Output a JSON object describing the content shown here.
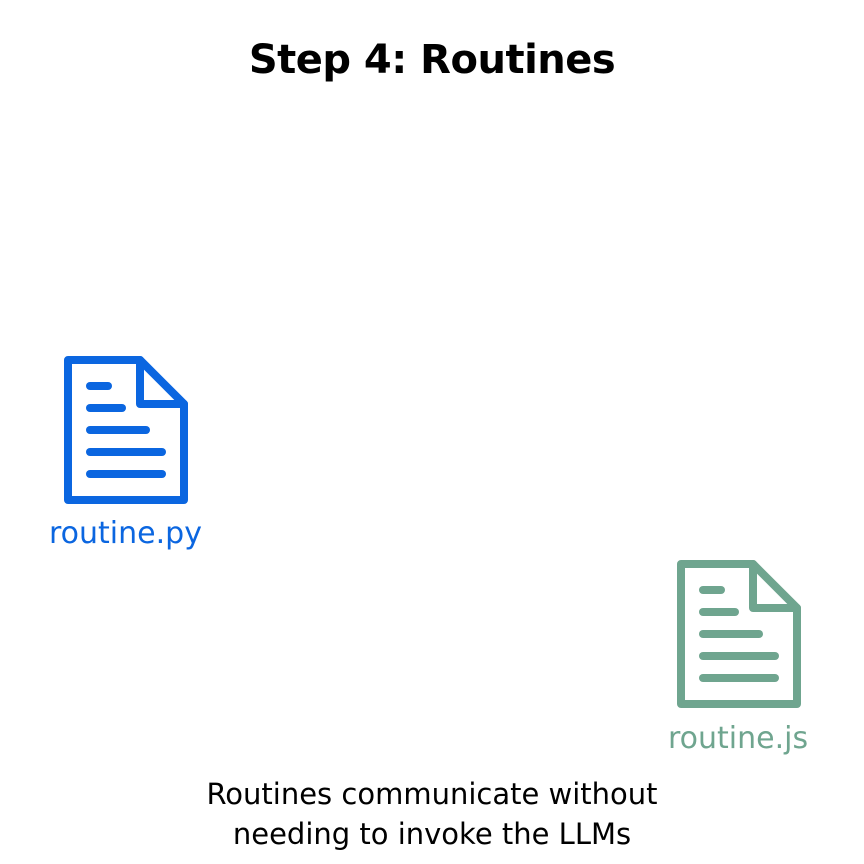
{
  "title": "Step 4: Routines",
  "files": [
    {
      "name": "routine.py",
      "icon": "document-icon",
      "color": "#0b66e0"
    },
    {
      "name": "routine.js",
      "icon": "document-icon",
      "color": "#6fa58f"
    }
  ],
  "caption": {
    "line1": "Routines communicate without",
    "line2": "needing to invoke the LLMs"
  }
}
